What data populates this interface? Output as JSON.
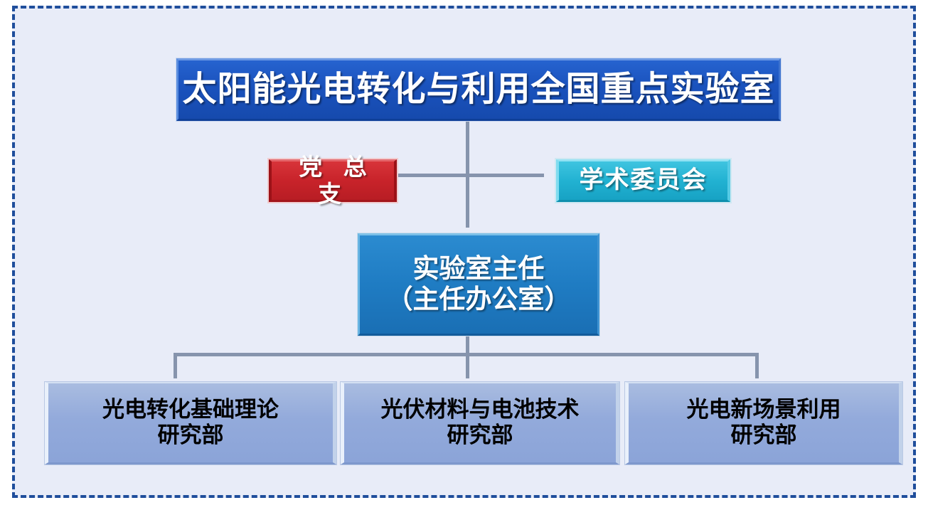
{
  "chart_data": {
    "type": "diagram",
    "title": "太阳能光电转化与利用全国重点实验室 组织结构图",
    "diagram_kind": "organization-chart"
  },
  "org": {
    "root": {
      "label": "太阳能光电转化与利用全国重点实验室",
      "color": "#1a52bd"
    },
    "side_left": {
      "label": "党 总 支",
      "color": "#c8232a"
    },
    "side_right": {
      "label": "学术委员会",
      "color": "#22b2d2"
    },
    "director": {
      "line1": "实验室主任",
      "line2": "（主任办公室）",
      "color": "#1f7cc3"
    },
    "departments": [
      {
        "line1": "光电转化基础理论",
        "line2": "研究部",
        "color": "#93aadb"
      },
      {
        "line1": "光伏材料与电池技术",
        "line2": "研究部",
        "color": "#93aadb"
      },
      {
        "line1": "光电新场景利用",
        "line2": "研究部",
        "color": "#93aadb"
      }
    ]
  },
  "canvas": {
    "background": "#e8ecf8",
    "border_color": "#1f4e9c",
    "connector_color": "#8694ad"
  }
}
